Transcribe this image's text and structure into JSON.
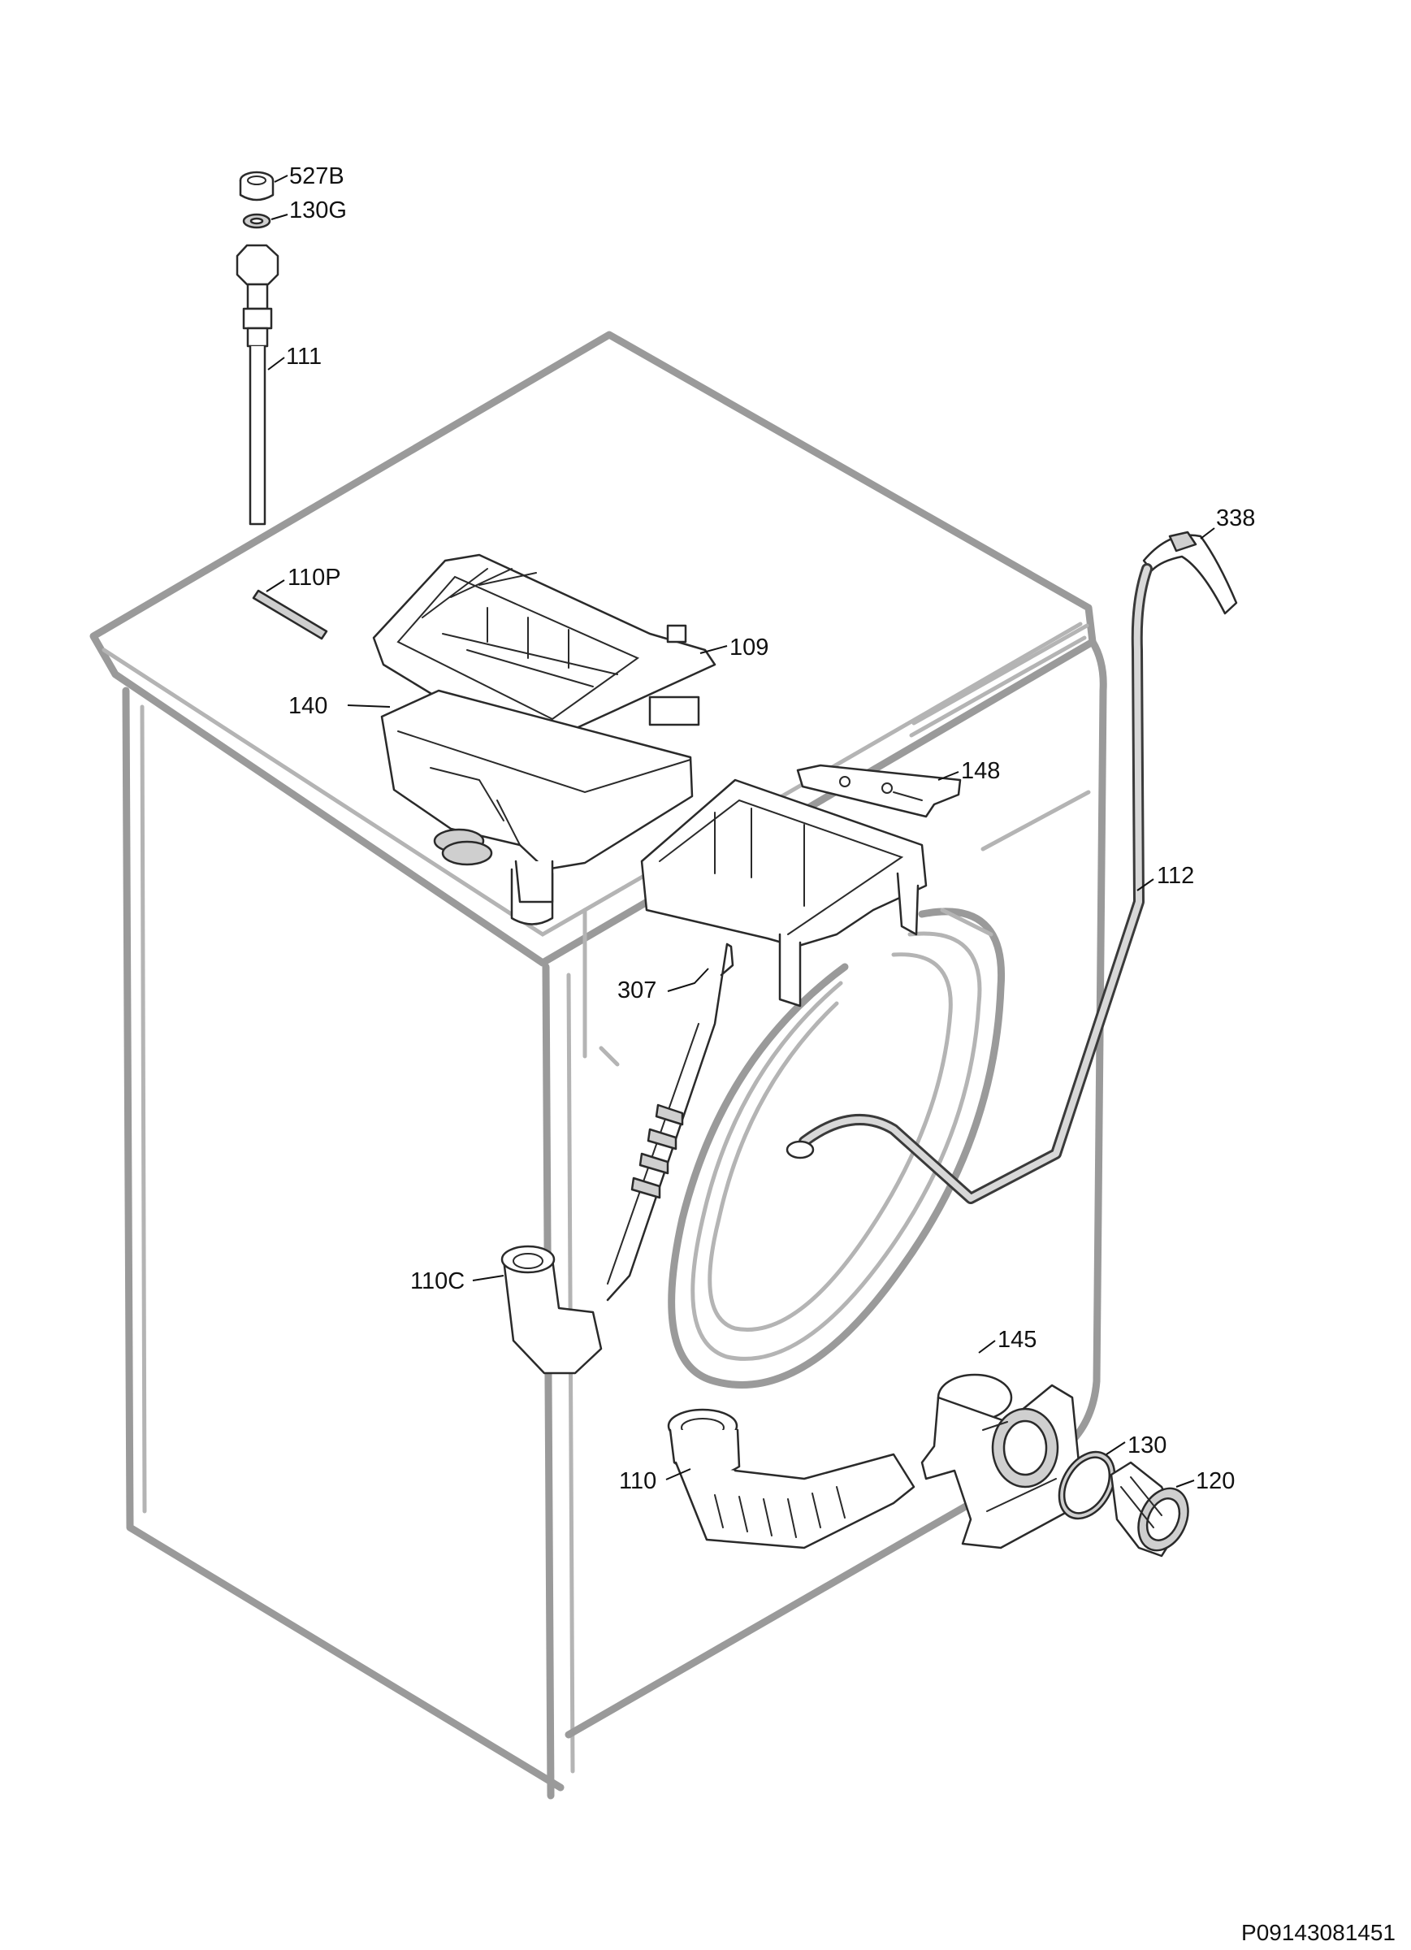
{
  "diagram": {
    "callouts": [
      {
        "id": "527B",
        "label": "527B"
      },
      {
        "id": "130G",
        "label": "130G"
      },
      {
        "id": "111",
        "label": "111"
      },
      {
        "id": "338",
        "label": "338"
      },
      {
        "id": "110P",
        "label": "110P"
      },
      {
        "id": "109",
        "label": "109"
      },
      {
        "id": "140",
        "label": "140"
      },
      {
        "id": "148",
        "label": "148"
      },
      {
        "id": "112",
        "label": "112"
      },
      {
        "id": "307",
        "label": "307"
      },
      {
        "id": "110C",
        "label": "110C"
      },
      {
        "id": "145",
        "label": "145"
      },
      {
        "id": "130",
        "label": "130"
      },
      {
        "id": "120",
        "label": "120"
      },
      {
        "id": "110",
        "label": "110"
      }
    ],
    "drawing_code": "P09143081451"
  }
}
